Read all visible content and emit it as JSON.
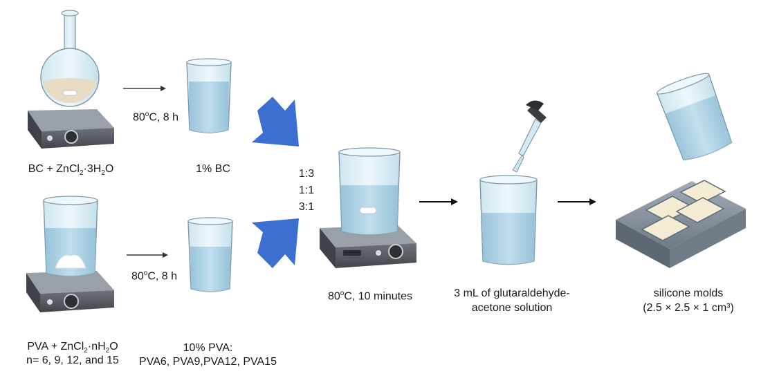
{
  "step1": {
    "bc_mix": {
      "prefix": "BC + ZnCl",
      "sub1": "2",
      "mid": "·3H",
      "sub2": "2",
      "suffix": "O"
    },
    "bc_condition": {
      "pre": "80",
      "sup": "o",
      "post": "C, 8 h"
    },
    "bc_product": "1% BC"
  },
  "step2": {
    "pva_mix": {
      "prefix": "PVA + ZnCl",
      "sub1": "2",
      "mid": "·nH",
      "sub2": "2",
      "suffix": "O"
    },
    "pva_n_values": "n= 6, 9, 12, and 15",
    "pva_condition": {
      "pre": "80",
      "sup": "o",
      "post": "C, 8 h"
    },
    "pva_product_line1": "10% PVA:",
    "pva_product_line2": "PVA6, PVA9,PVA12, PVA15"
  },
  "mixing": {
    "ratios": [
      "1:3",
      "1:1",
      "3:1"
    ],
    "condition": {
      "pre": "80",
      "sup": "o",
      "post": "C, 10 minutes"
    }
  },
  "crosslink": {
    "line1": "3 mL of glutaraldehyde-",
    "line2": "acetone solution"
  },
  "molding": {
    "line1": "silicone molds",
    "line2": "(2.5 × 2.5 × 1 cm³)"
  },
  "colors": {
    "arrow_blue": "#3d6fd1",
    "liquid": "#a9cfe4",
    "glass": "#dceef6",
    "stirrer_body": "#5b5f66",
    "stirrer_plate": "#8a8f96",
    "mold": "#8c98a6",
    "gel": "#f3ecd2"
  }
}
